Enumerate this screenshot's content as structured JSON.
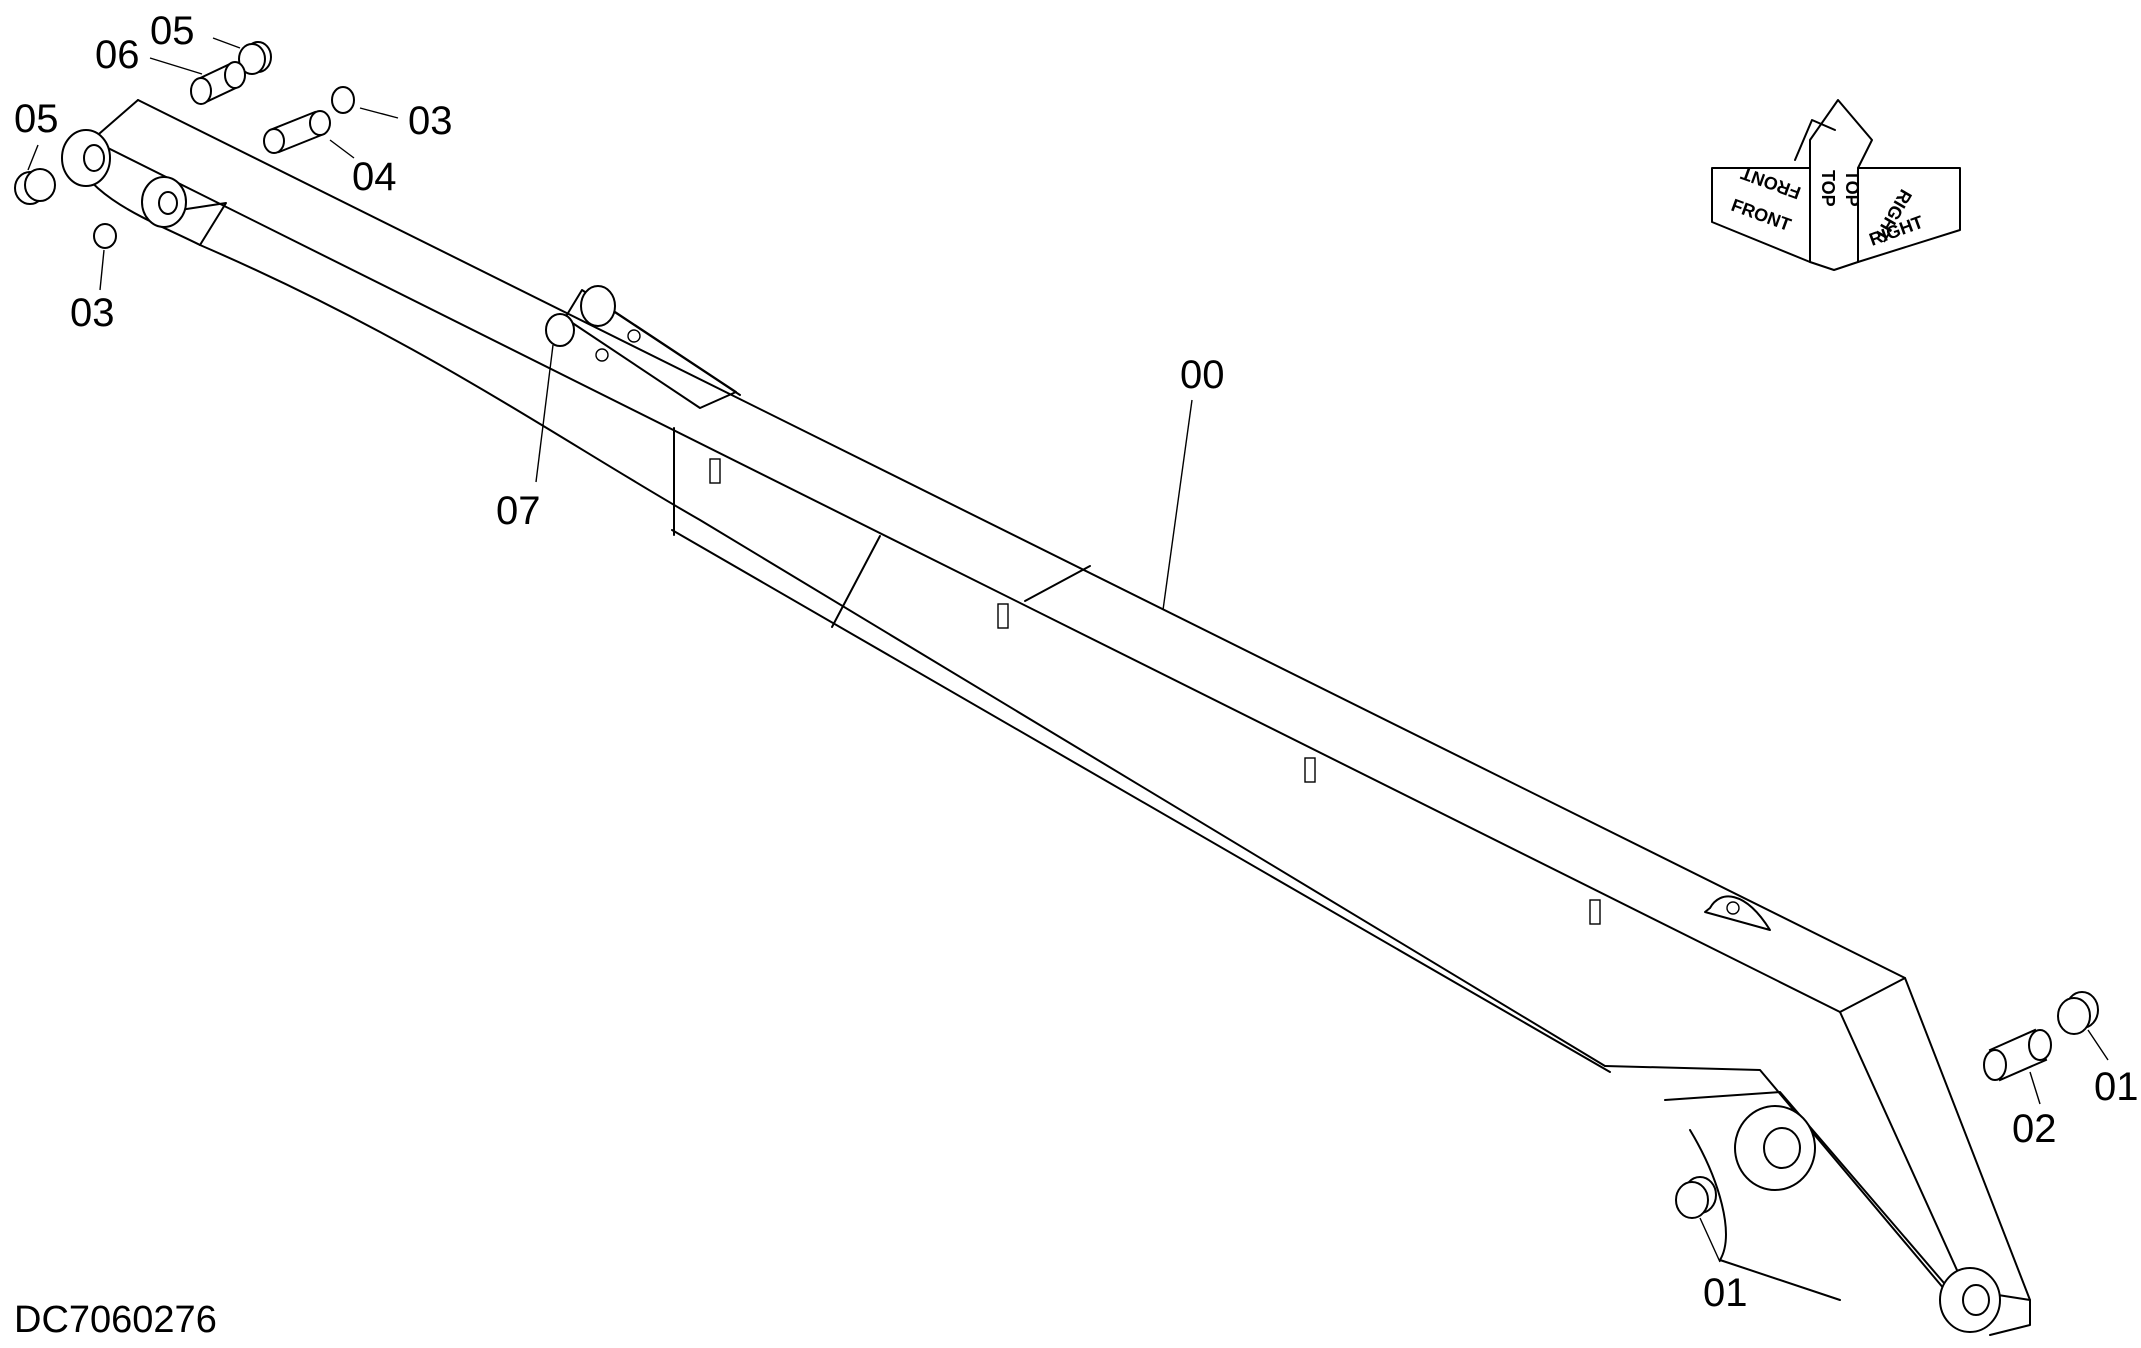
{
  "drawing": {
    "number": "DC7060276",
    "callouts": {
      "c00": "00",
      "c01a": "01",
      "c01b": "01",
      "c02": "02",
      "c03a": "03",
      "c03b": "03",
      "c04": "04",
      "c05a": "05",
      "c05b": "05",
      "c06": "06",
      "c07": "07"
    }
  },
  "orientation": {
    "front_top": "FRONT",
    "front": "FRONT",
    "top": "TOP",
    "top_mirror": "TOP",
    "right_top": "RIGHT",
    "right": "RIGHT"
  }
}
